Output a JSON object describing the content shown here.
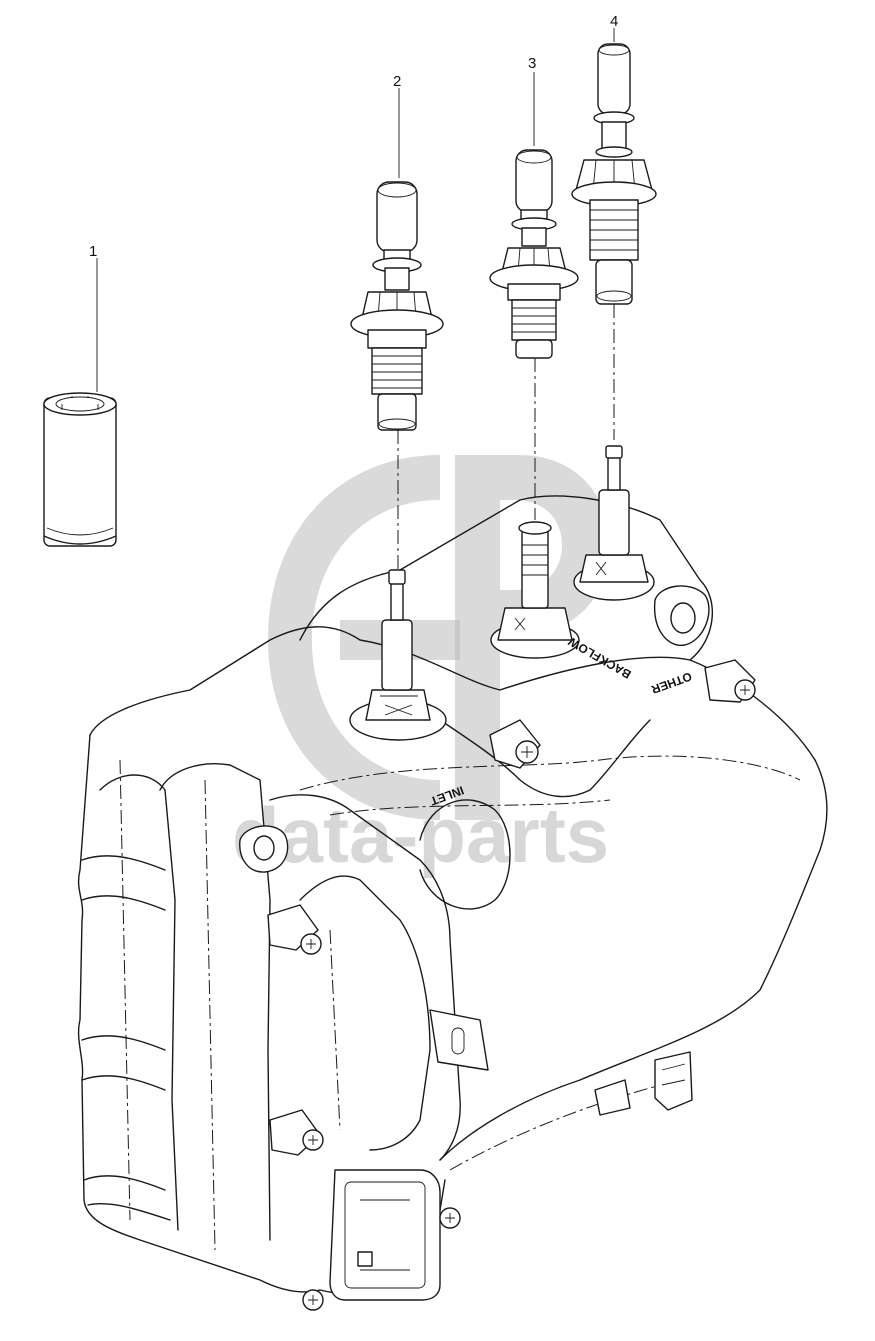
{
  "callouts": [
    {
      "id": "1",
      "label": "1"
    },
    {
      "id": "2",
      "label": "2"
    },
    {
      "id": "3",
      "label": "3"
    },
    {
      "id": "4",
      "label": "4"
    }
  ],
  "housing_markings": {
    "inlet": "INLET",
    "backflow": "BACKFLOW",
    "other": "OTHER"
  },
  "watermark": {
    "text": "data-parts"
  },
  "colors": {
    "line": "#1a1a1a",
    "watermark": "#b5b5b5",
    "background": "#ffffff"
  }
}
